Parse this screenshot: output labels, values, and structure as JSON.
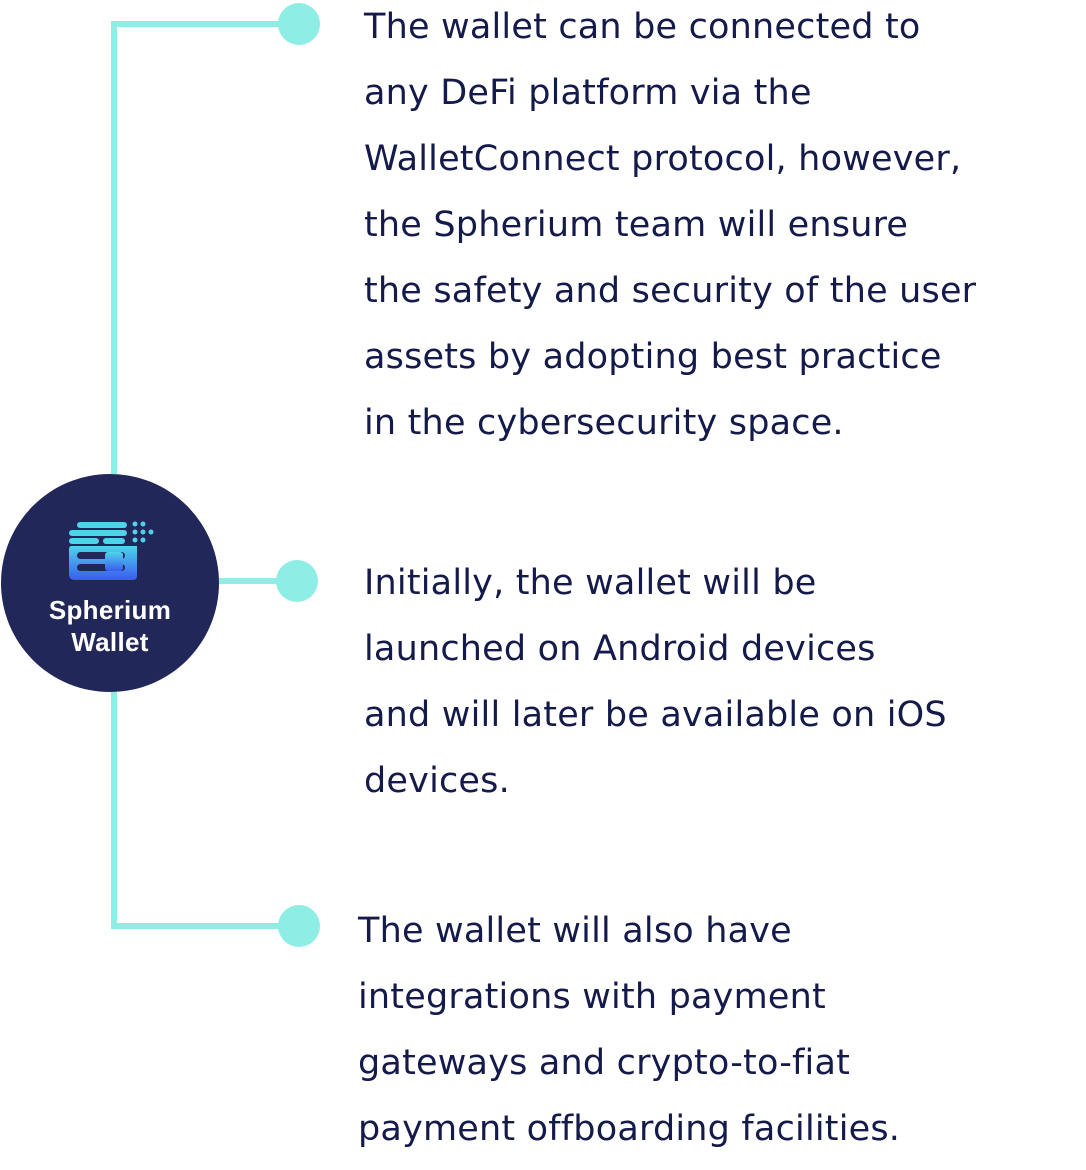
{
  "colors": {
    "hub_background": "#22275a",
    "connector": "#8eeee6",
    "bullet": "#8eeee6",
    "text": "#141a4a",
    "logo_light": "#4fd3ea",
    "logo_dark": "#3a5cf0"
  },
  "hub": {
    "icon": "spherium-wallet-logo-icon",
    "title_line_1": "Spherium",
    "title_line_2": "Wallet"
  },
  "points": [
    {
      "lines": [
        "The wallet can be connected to",
        "any DeFi platform via the",
        "WalletConnect protocol, however,",
        "the Spherium team will ensure",
        "the safety and security of the user",
        "assets by adopting best practice",
        "in the cybersecurity space."
      ]
    },
    {
      "lines": [
        "Initially, the wallet will be",
        "launched on Android devices",
        "and will later be available on iOS",
        "devices."
      ]
    },
    {
      "lines": [
        "The wallet will also have",
        "integrations with payment",
        "gateways and crypto-to-fiat",
        "payment offboarding facilities."
      ]
    }
  ]
}
